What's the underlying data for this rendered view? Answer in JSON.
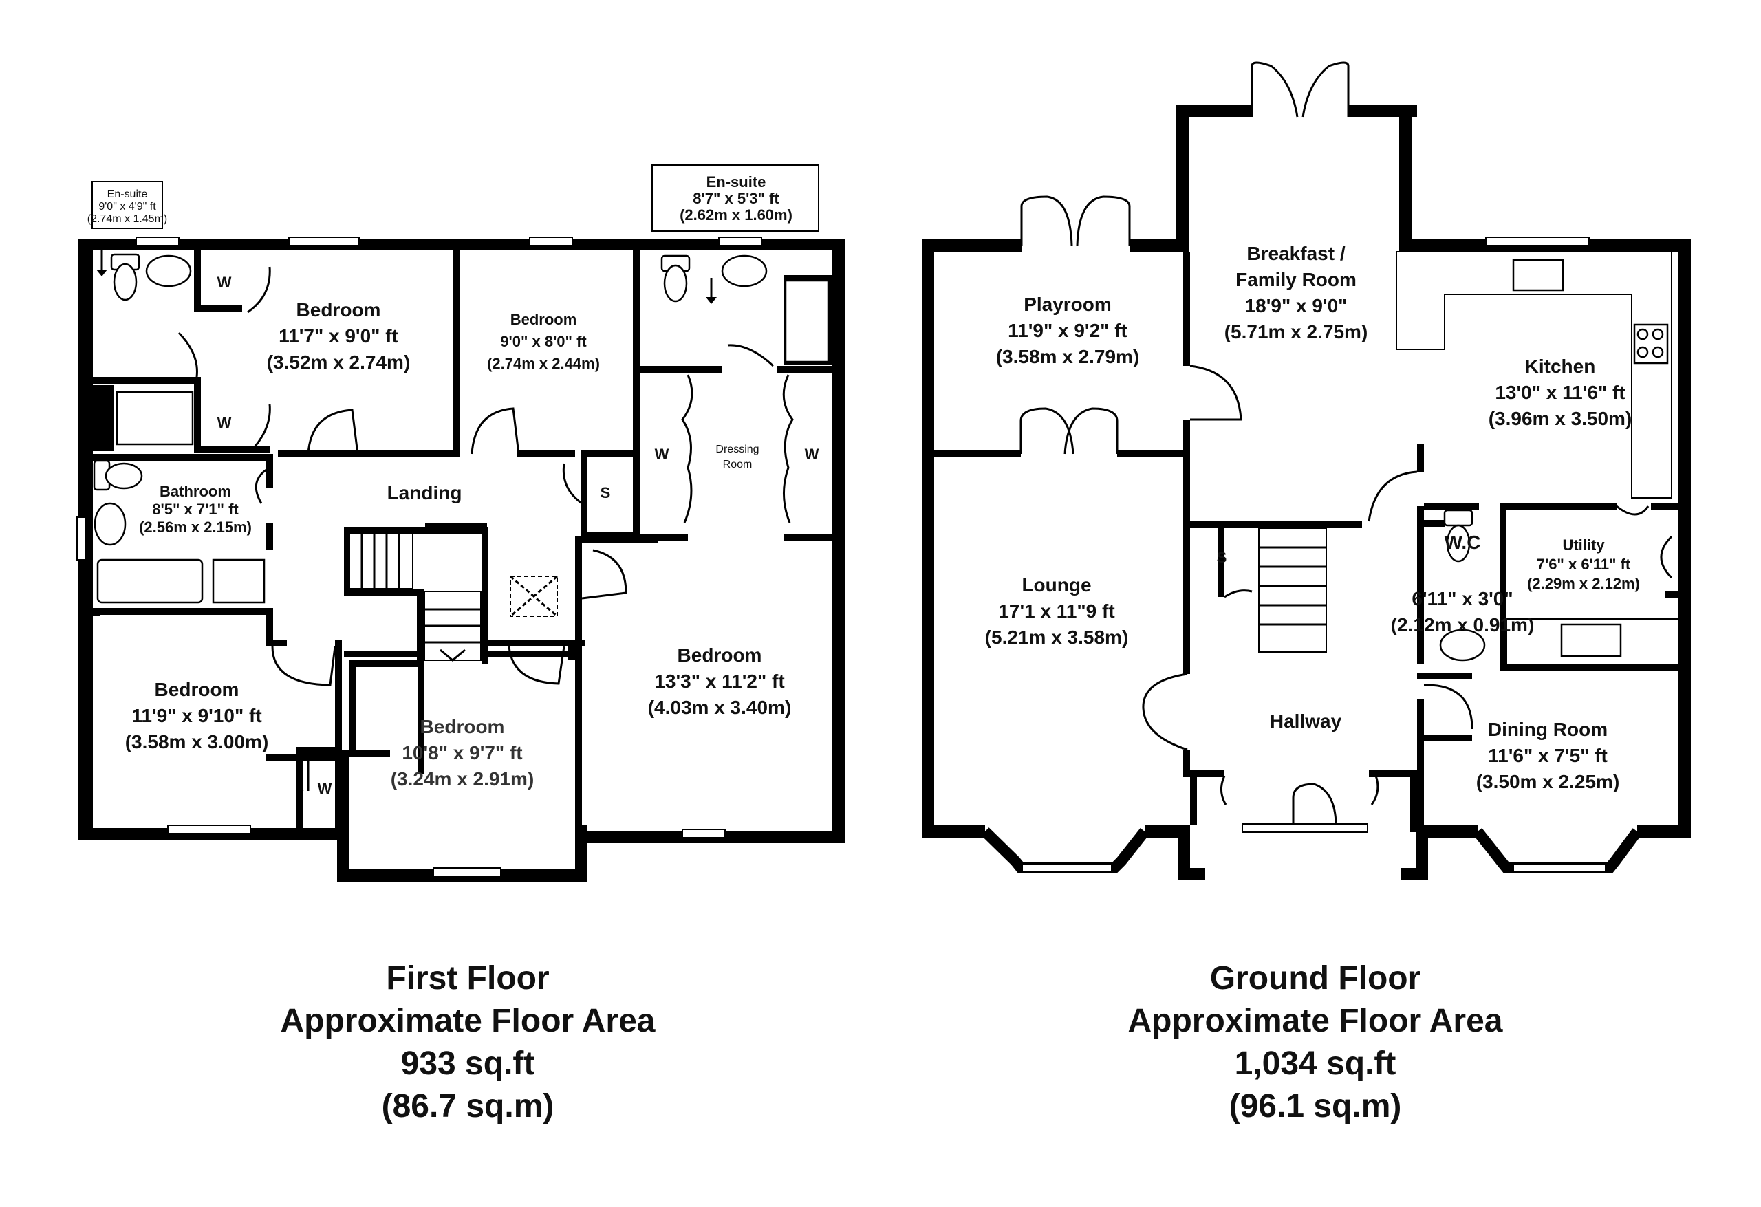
{
  "first_floor": {
    "caption": {
      "name": "First Floor",
      "line2": "Approximate Floor Area",
      "sqft": "933 sq.ft",
      "sqm": "(86.7 sq.m)"
    },
    "rooms": {
      "ensuite1": {
        "name": "En-suite",
        "dim_ft": "9'0\" x 4'9\" ft",
        "dim_m": "(2.74m x 1.45m)"
      },
      "ensuite2": {
        "name": "En-suite",
        "dim_ft": "8'7\" x 5'3\" ft",
        "dim_m": "(2.62m x 1.60m)"
      },
      "bedroom1": {
        "name": "Bedroom",
        "dim_ft": "11'7\" x 9'0\" ft",
        "dim_m": "(3.52m x 2.74m)"
      },
      "bedroom2": {
        "name": "Bedroom",
        "dim_ft": "9'0\" x 8'0\" ft",
        "dim_m": "(2.74m x 2.44m)"
      },
      "bathroom": {
        "name": "Bathroom",
        "dim_ft": "8'5\" x 7'1\" ft",
        "dim_m": "(2.56m x 2.15m)"
      },
      "landing": {
        "name": "Landing"
      },
      "dressing": {
        "name": "Dressing",
        "name2": "Room"
      },
      "bedroom3": {
        "name": "Bedroom",
        "dim_ft": "13'3\" x 11'2\" ft",
        "dim_m": "(4.03m x 3.40m)"
      },
      "bedroom4": {
        "name": "Bedroom",
        "dim_ft": "11'9\" x 9'10\" ft",
        "dim_m": "(3.58m x 3.00m)"
      },
      "bedroom5": {
        "name": "Bedroom",
        "dim_ft": "10'8\" x 9'7\" ft",
        "dim_m": "(3.24m x 2.91m)"
      }
    },
    "markers": {
      "w": "W",
      "s": "S"
    }
  },
  "ground_floor": {
    "caption": {
      "name": "Ground Floor",
      "line2": "Approximate Floor Area",
      "sqft": "1,034 sq.ft",
      "sqm": "(96.1 sq.m)"
    },
    "rooms": {
      "playroom": {
        "name": "Playroom",
        "dim_ft": "11'9\" x 9'2\" ft",
        "dim_m": "(3.58m x 2.79m)"
      },
      "breakfast": {
        "name": "Breakfast /",
        "name2": "Family Room",
        "dim_ft": "18'9\" x 9'0\"",
        "dim_m": "(5.71m x 2.75m)"
      },
      "kitchen": {
        "name": "Kitchen",
        "dim_ft": "13'0\" x 11'6\" ft",
        "dim_m": "(3.96m x 3.50m)"
      },
      "lounge": {
        "name": "Lounge",
        "dim_ft": "17'1 x 11\"9 ft",
        "dim_m": "(5.21m x 3.58m)"
      },
      "utility": {
        "name": "Utility",
        "dim_ft": "7'6\" x 6'11\" ft",
        "dim_m": "(2.29m x 2.12m)"
      },
      "wc": {
        "name": "W.C",
        "dim_ft": "6'11\" x 3'0\"",
        "dim_m": "(2.12m x 0.91m)"
      },
      "hallway": {
        "name": "Hallway"
      },
      "dining": {
        "name": "Dining Room",
        "dim_ft": "11'6\" x 7'5\" ft",
        "dim_m": "(3.50m x 2.25m)"
      }
    },
    "markers": {
      "s": "S"
    }
  }
}
